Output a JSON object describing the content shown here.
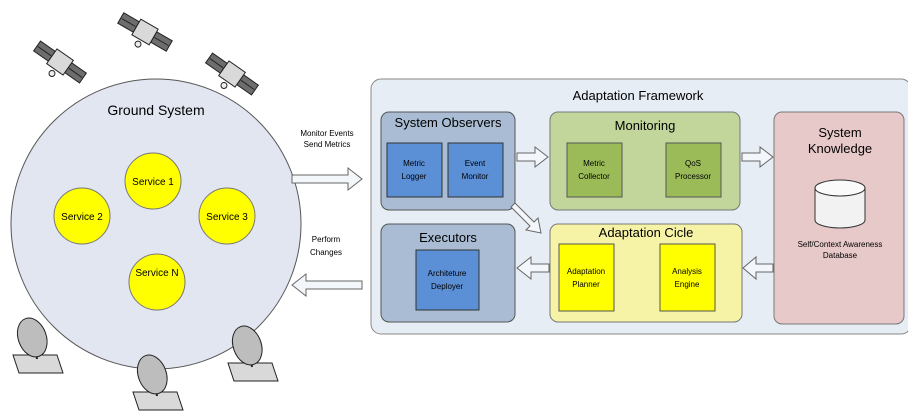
{
  "ground_system": {
    "title": "Ground System",
    "services": [
      "Service 1",
      "Service 2",
      "Service 3",
      "Service N"
    ]
  },
  "arrows": {
    "to_framework": [
      "Monitor Events",
      "Send Metrics"
    ],
    "to_ground": [
      "Perform",
      "Changes"
    ]
  },
  "framework": {
    "title": "Adaptation Framework",
    "observers": {
      "title": "System Observers",
      "items": [
        [
          "Metric",
          "Logger"
        ],
        [
          "Event",
          "Monitor"
        ]
      ]
    },
    "monitoring": {
      "title": "Monitoring",
      "items": [
        [
          "Metric",
          "Collector"
        ],
        [
          "QoS",
          "Processor"
        ]
      ]
    },
    "knowledge": {
      "title": [
        "System",
        "Knowledge"
      ],
      "database": [
        "Self/Context Awareness",
        "Database"
      ]
    },
    "executors": {
      "title": "Executors",
      "items": [
        [
          "Architeture",
          "Deployer"
        ]
      ]
    },
    "cycle": {
      "title": "Adaptation Cicle",
      "items": [
        [
          "Adaptation",
          "Planner"
        ],
        [
          "Analysis",
          "Engine"
        ]
      ]
    }
  },
  "colors": {
    "framework_bg": "#e7edf5",
    "observers_bg": "#a9bcd3",
    "blue_box": "#5b8fd6",
    "monitoring_bg": "#c2d69b",
    "green_box": "#9bbb59",
    "knowledge_bg": "#e8c9c9",
    "cycle_bg": "#f6f3a6",
    "yellow": "#ffff00",
    "ground_bg": "#e1e6f0"
  }
}
